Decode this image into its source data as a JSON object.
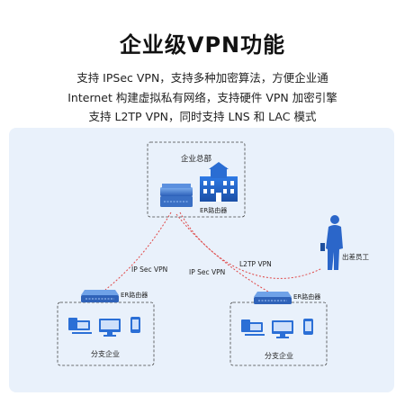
{
  "title": "企业级VPN功能",
  "description": [
    "支持 IPSec VPN，支持多种加密算法，方便企业通",
    "Internet 构建虚拟私有网络，支持硬件 VPN 加密引擎",
    "支持 L2TP VPN，同时支持 LNS 和 LAC 模式"
  ],
  "diagram": {
    "hq_label": "企业总部",
    "hq_router_label": "ER路由器",
    "left_router_label": "ER路由器",
    "right_router_label": "ER路由器",
    "left_branch_label": "分支企业",
    "right_branch_label": "分支企业",
    "employee_label": "出差员工",
    "link_left": "IP Sec VPN",
    "link_right": "IP Sec VPN",
    "link_l2tp": "L2TP VPN",
    "colors": {
      "link": "#e04848",
      "device_blue": "#2b6fd6",
      "panel": "#e9f1fb"
    }
  }
}
